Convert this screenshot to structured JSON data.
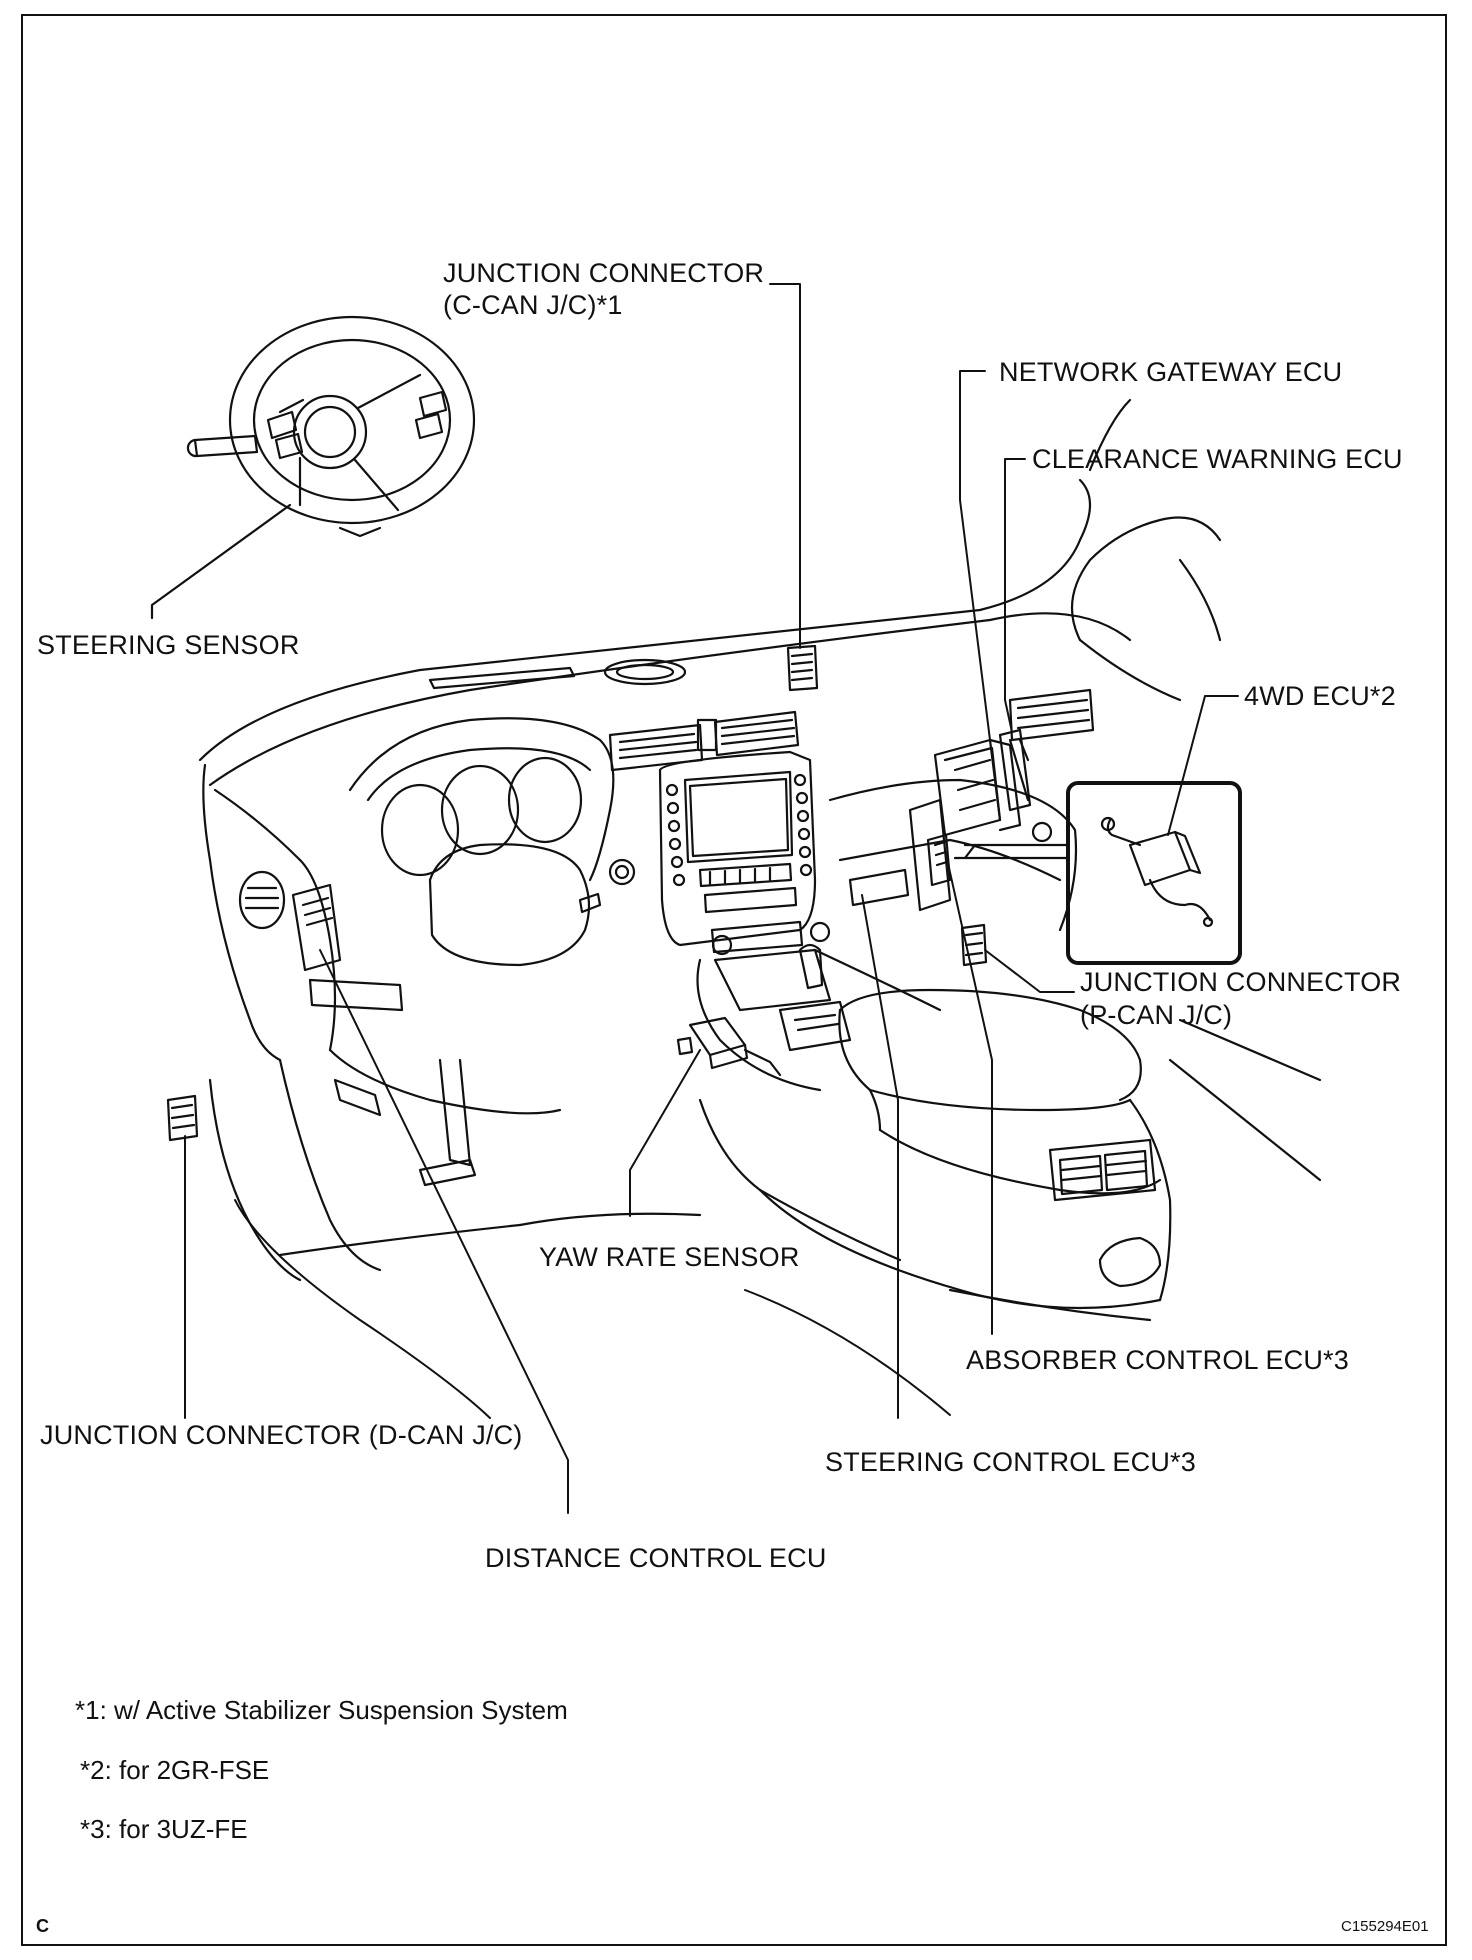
{
  "labels": {
    "c_can_line1": "JUNCTION CONNECTOR",
    "c_can_line2": "(C-CAN J/C)*1",
    "network_gateway": "NETWORK GATEWAY ECU",
    "clearance_warning": "CLEARANCE WARNING ECU",
    "steering_sensor": "STEERING SENSOR",
    "four_wd": "4WD ECU*2",
    "p_can_line1": "JUNCTION CONNECTOR",
    "p_can_line2": "(P-CAN J/C)",
    "yaw_rate": "YAW RATE SENSOR",
    "absorber": "ABSORBER CONTROL ECU*3",
    "d_can": "JUNCTION CONNECTOR (D-CAN J/C)",
    "steering_control": "STEERING CONTROL ECU*3",
    "distance_control": "DISTANCE CONTROL ECU"
  },
  "notes": [
    "*1: w/ Active Stabilizer Suspension System",
    "*2: for 2GR-FSE",
    "*3: for 3UZ-FE"
  ],
  "corner": {
    "left": "C",
    "right": "C155294E01"
  }
}
